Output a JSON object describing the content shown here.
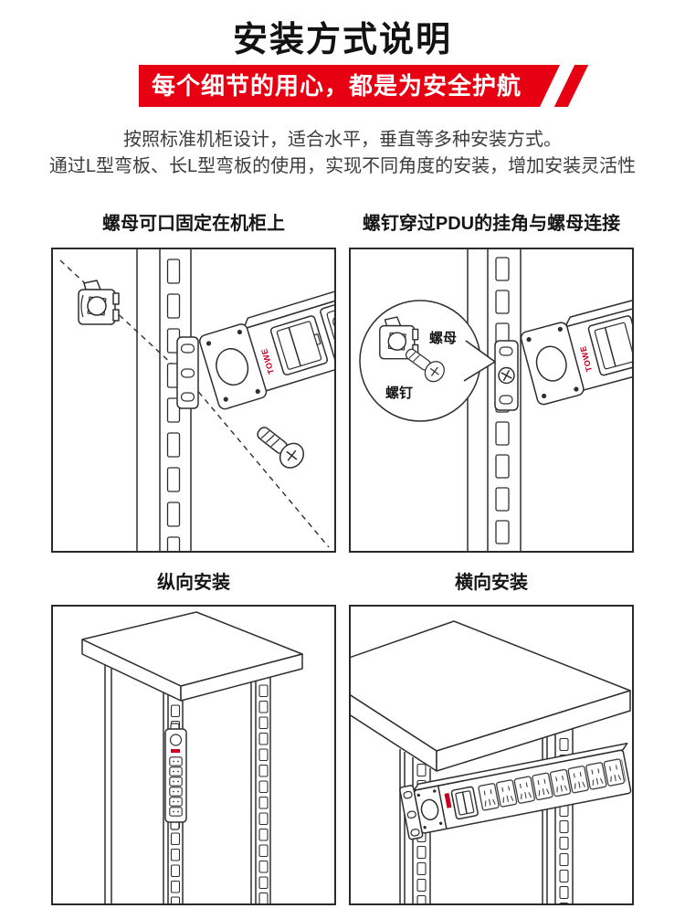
{
  "page": {
    "background": "#ffffff"
  },
  "header": {
    "title": "安装方式说明",
    "banner_text": "每个细节的用心，都是为安全护航",
    "banner_bg": "#e60012",
    "description_lines": [
      "按照标准机柜设计，适合水平，垂直等多种安装方式。",
      "通过L型弯板、长L型弯板的使用，实现不同角度的安装，增加安装灵活性"
    ]
  },
  "sections": {
    "nut_fix": {
      "caption": "螺母可口固定在机柜上"
    },
    "screw_connect": {
      "caption": "螺钉穿过PDU的挂角与螺母连接",
      "callout": {
        "nut_label": "螺母",
        "screw_label": "螺钉"
      }
    },
    "vertical": {
      "caption": "纵向安装"
    },
    "horizontal": {
      "caption": "横向安装"
    }
  },
  "pdu": {
    "logo_text": "TOWE",
    "logo_color": "#c8001e"
  },
  "colors": {
    "line_art": "#2e2e2e",
    "box_border": "#2a2a2a",
    "accent_red": "#e60012",
    "title_color": "#121212",
    "body_text": "#3c3c3c"
  }
}
